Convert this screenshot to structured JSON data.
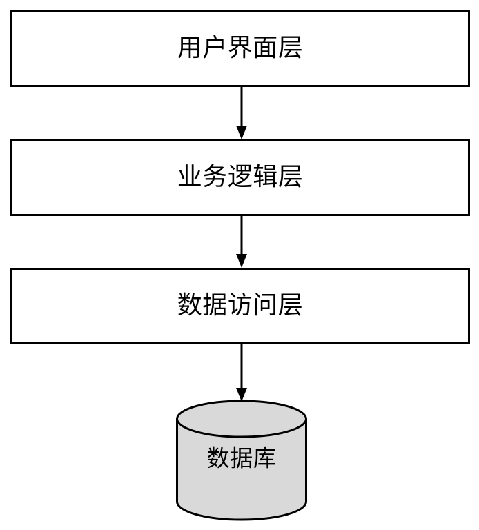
{
  "diagram": {
    "type": "flowchart",
    "orientation": "top-to-bottom",
    "background_color": "#ffffff",
    "stroke_color": "#000000",
    "nodes": [
      {
        "id": "ui-layer",
        "label": "用户界面层",
        "shape": "rectangle",
        "fill": "#ffffff"
      },
      {
        "id": "business-layer",
        "label": "业务逻辑层",
        "shape": "rectangle",
        "fill": "#ffffff"
      },
      {
        "id": "data-access-layer",
        "label": "数据访问层",
        "shape": "rectangle",
        "fill": "#ffffff"
      },
      {
        "id": "database",
        "label": "数据库",
        "shape": "cylinder",
        "fill": "#d9d9d9"
      }
    ],
    "edges": [
      {
        "id": "edge-ui-to-business",
        "from": "ui-layer",
        "to": "business-layer",
        "arrow": "down"
      },
      {
        "id": "edge-business-to-data-access",
        "from": "business-layer",
        "to": "data-access-layer",
        "arrow": "down"
      },
      {
        "id": "edge-data-access-to-database",
        "from": "data-access-layer",
        "to": "database",
        "arrow": "down"
      }
    ]
  }
}
